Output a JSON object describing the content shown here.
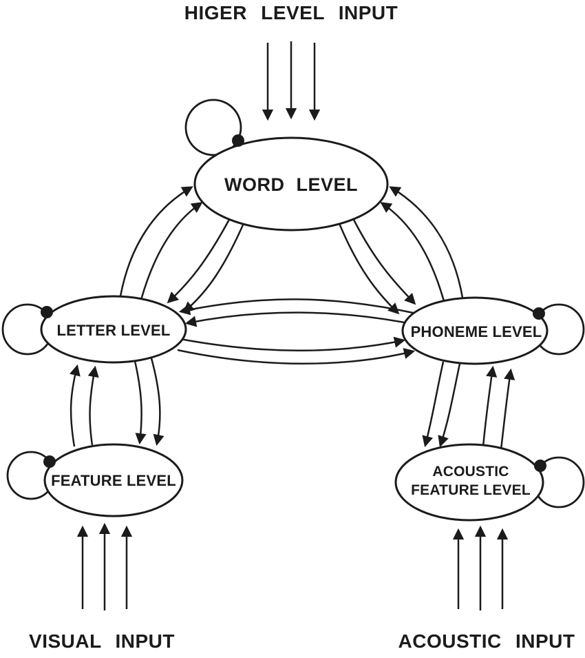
{
  "colors": {
    "line": "#1b1b1b",
    "node_fill": "#ffffff",
    "background": "#ffffff"
  },
  "labels": {
    "top_input": "HIGER LEVEL INPUT",
    "visual_input": "VISUAL INPUT",
    "acoustic_input": "ACOUSTIC INPUT"
  },
  "nodes": {
    "word": {
      "label": "WORD LEVEL"
    },
    "letter": {
      "label": "LETTER LEVEL"
    },
    "phoneme": {
      "label": "PHONEME LEVEL"
    },
    "feature": {
      "label": "FEATURE LEVEL"
    },
    "acoustic_feature": {
      "line1": "ACOUSTIC",
      "line2": "FEATURE LEVEL"
    }
  },
  "edges": [
    {
      "from": "higher_level_input",
      "to": "word",
      "type": "input",
      "arrows": 3
    },
    {
      "from": "visual_input",
      "to": "feature",
      "type": "input",
      "arrows": 3
    },
    {
      "from": "acoustic_input",
      "to": "acoustic_feature",
      "type": "input",
      "arrows": 3
    },
    {
      "from": "word",
      "to": "word",
      "type": "self_loop"
    },
    {
      "from": "letter",
      "to": "letter",
      "type": "self_loop"
    },
    {
      "from": "phoneme",
      "to": "phoneme",
      "type": "self_loop"
    },
    {
      "from": "feature",
      "to": "feature",
      "type": "self_loop"
    },
    {
      "from": "acoustic_feature",
      "to": "acoustic_feature",
      "type": "self_loop"
    },
    {
      "from": "letter",
      "to": "word",
      "type": "bidirectional",
      "arrows_each_way": 2
    },
    {
      "from": "phoneme",
      "to": "word",
      "type": "bidirectional",
      "arrows_each_way": 2
    },
    {
      "from": "letter",
      "to": "phoneme",
      "type": "bidirectional",
      "arrows_each_way": 2
    },
    {
      "from": "feature",
      "to": "letter",
      "type": "bidirectional",
      "arrows_each_way": 2
    },
    {
      "from": "acoustic_feature",
      "to": "phoneme",
      "type": "bidirectional",
      "arrows_each_way": 2
    }
  ]
}
